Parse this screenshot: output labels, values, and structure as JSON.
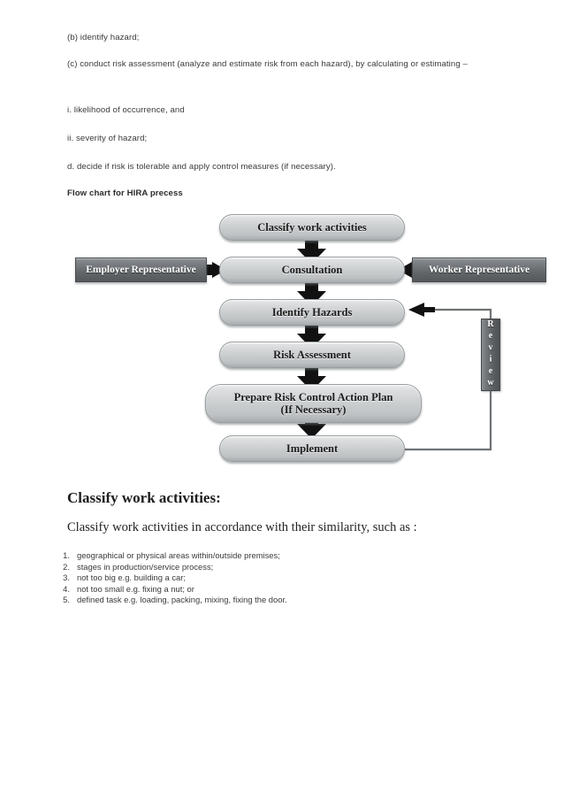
{
  "document": {
    "paragraphs": [
      {
        "id": "b",
        "text": "(b) identify hazard;"
      },
      {
        "id": "c",
        "text": "(c) conduct risk assessment (analyze and estimate risk from each hazard), by calculating or estimating –"
      },
      {
        "id": "i",
        "text": "i. likelihood of occurrence, and"
      },
      {
        "id": "ii",
        "text": "ii. severity of hazard;"
      },
      {
        "id": "d",
        "text": "d. decide if risk is tolerable and apply control measures (if necessary)."
      }
    ],
    "flow_heading": "Flow chart for HIRA precess",
    "section_heading": "Classify work activities:",
    "section_lead": "Classify work activities in accordance with their similarity, such as :",
    "list": [
      {
        "number": "1.",
        "text": "geographical or physical areas within/outside premises;"
      },
      {
        "number": "2.",
        "text": "stages in production/service process;"
      },
      {
        "number": "3.",
        "text": "not too big e.g. building a car;"
      },
      {
        "number": "4.",
        "text": "not too small e.g. fixing a nut; or"
      },
      {
        "number": "5.",
        "text": "defined task e.g. loading, packing, mixing, fixing the door."
      }
    ]
  },
  "chart_data": {
    "type": "diagram",
    "title": "Flow chart for HIRA precess",
    "nodes": [
      {
        "id": "classify",
        "label": "Classify work activities",
        "shape": "rounded-rect",
        "fill": "#c9cccd"
      },
      {
        "id": "consult",
        "label": "Consultation",
        "shape": "rounded-rect",
        "fill": "#c9cccd"
      },
      {
        "id": "employer",
        "label": "Employer Representative",
        "shape": "rect",
        "fill": "#636769"
      },
      {
        "id": "worker",
        "label": "Worker Representative",
        "shape": "rect",
        "fill": "#636769"
      },
      {
        "id": "identify",
        "label": "Identify Hazards",
        "shape": "rounded-rect",
        "fill": "#c9cccd"
      },
      {
        "id": "risk",
        "label": "Risk Assessment",
        "shape": "rounded-rect",
        "fill": "#c9cccd"
      },
      {
        "id": "prepare",
        "label": "Prepare Risk Control Action Plan\n(If Necessary)",
        "shape": "rounded-rect",
        "fill": "#c9cccd"
      },
      {
        "id": "implement",
        "label": "Implement",
        "shape": "rounded-rect",
        "fill": "#c9cccd"
      },
      {
        "id": "review",
        "label": "Review",
        "shape": "rect-vertical",
        "fill": "#5c6063"
      }
    ],
    "edges": [
      {
        "from": "classify",
        "to": "consult",
        "style": "block-arrow-down"
      },
      {
        "from": "employer",
        "to": "consult",
        "style": "block-arrow-right"
      },
      {
        "from": "worker",
        "to": "consult",
        "style": "block-arrow-left"
      },
      {
        "from": "consult",
        "to": "identify",
        "style": "block-arrow-down"
      },
      {
        "from": "identify",
        "to": "risk",
        "style": "block-arrow-down"
      },
      {
        "from": "risk",
        "to": "prepare",
        "style": "block-arrow-down"
      },
      {
        "from": "prepare",
        "to": "implement",
        "style": "block-arrow-down"
      },
      {
        "from": "implement",
        "to": "review",
        "style": "line-up"
      },
      {
        "from": "review",
        "to": "identify",
        "style": "line-arrow-left"
      }
    ]
  },
  "flow_labels": {
    "classify": "Classify work activities",
    "consultation": "Consultation",
    "employer": "Employer Representative",
    "worker": "Worker Representative",
    "identify": "Identify Hazards",
    "risk": "Risk Assessment",
    "prepare_line1": "Prepare Risk Control Action Plan",
    "prepare_line2": "(If Necessary)",
    "implement": "Implement",
    "review": "Review"
  }
}
